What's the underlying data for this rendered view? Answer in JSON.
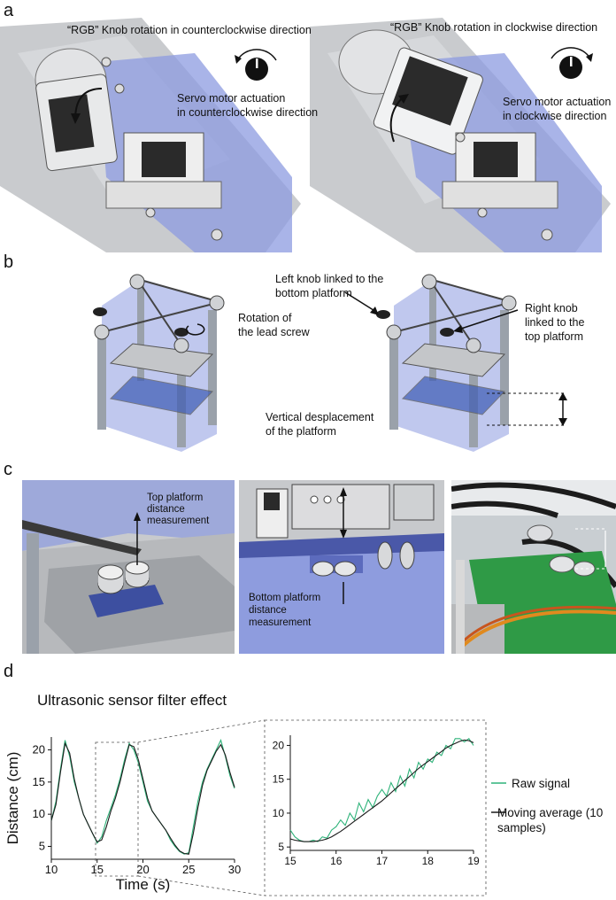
{
  "panels": {
    "a": {
      "letter": "a",
      "left_caption": "“RGB” Knob rotation in counterclockwise direction",
      "right_caption": "“RGB” Knob rotation in clockwise direction",
      "left_servo_line1": "Servo motor actuation",
      "left_servo_line2": "in counterclockwise direction",
      "right_servo_line1": "Servo motor actuation",
      "right_servo_line2": "in clockwise direction"
    },
    "b": {
      "letter": "b",
      "rotation_line1": "Rotation of",
      "rotation_line2": "the lead screw",
      "left_knob_line1": "Left knob linked to the",
      "left_knob_line2": "bottom platform",
      "right_knob_line1": "Right knob",
      "right_knob_line2": "linked to the",
      "right_knob_line3": "top platform",
      "vertical_line1": "Vertical desplacement",
      "vertical_line2": "of the platform"
    },
    "c": {
      "letter": "c",
      "top_line1": "Top platform",
      "top_line2": "distance",
      "top_line3": "measurement",
      "bottom_line1": "Bottom platform",
      "bottom_line2": "distance",
      "bottom_line3": "measurement"
    },
    "d": {
      "letter": "d",
      "title": "Ultrasonic sensor filter effect"
    }
  },
  "colors": {
    "raw_signal": "#2fb37a",
    "moving_average": "#1a1a1a",
    "platform_blue": "#7f8fd9",
    "metal_gray": "#b9bcc0",
    "photo_green": "#2f9a46"
  },
  "chart_data": [
    {
      "type": "line",
      "title": "",
      "xlabel": "Time (s)",
      "ylabel": "Distance (cm)",
      "xlim": [
        10,
        30
      ],
      "ylim": [
        3,
        22
      ],
      "x_ticks": [
        "10",
        "15",
        "20",
        "25",
        "30"
      ],
      "y_ticks": [
        "5",
        "10",
        "15",
        "20"
      ],
      "grid": false,
      "series": [
        {
          "name": "Raw signal",
          "x": [
            10,
            10.5,
            11,
            11.5,
            12,
            12.5,
            13,
            13.5,
            14,
            14.5,
            15,
            15.5,
            16,
            16.5,
            17,
            17.5,
            18,
            18.5,
            19,
            19.5,
            20,
            20.5,
            21,
            21.5,
            22,
            22.5,
            23,
            23.5,
            24,
            24.5,
            25,
            25.5,
            26,
            26.5,
            27,
            27.5,
            28,
            28.5,
            29,
            29.5,
            30
          ],
          "y": [
            9,
            12,
            17,
            21.5,
            19,
            15,
            12.5,
            10,
            8.5,
            7,
            5.5,
            6.5,
            9,
            11,
            13,
            15.5,
            18.5,
            21,
            20,
            18,
            15,
            12,
            10.5,
            9.5,
            8.5,
            7.5,
            6,
            5,
            4.2,
            3.8,
            4,
            8,
            12,
            15,
            17,
            18.5,
            20,
            21.5,
            19,
            16,
            14
          ]
        },
        {
          "name": "Moving average (10 samples)",
          "x": [
            10,
            10.5,
            11,
            11.5,
            12,
            12.5,
            13,
            13.5,
            14,
            14.5,
            15,
            15.5,
            16,
            16.5,
            17,
            17.5,
            18,
            18.5,
            19,
            19.5,
            20,
            20.5,
            21,
            21.5,
            22,
            22.5,
            23,
            23.5,
            24,
            24.5,
            25,
            25.5,
            26,
            26.5,
            27,
            27.5,
            28,
            28.5,
            29,
            29.5,
            30
          ],
          "y": [
            9,
            11.5,
            16.5,
            21,
            19.5,
            15.5,
            12.5,
            10,
            8.5,
            7,
            5.7,
            6,
            8,
            10.5,
            12.5,
            15,
            18,
            20.8,
            20.5,
            18.5,
            15.5,
            12.5,
            10.5,
            9.5,
            8.5,
            7.5,
            6.3,
            5.2,
            4.3,
            3.9,
            3.8,
            7,
            11,
            14.5,
            16.8,
            18.3,
            19.8,
            20.8,
            19.2,
            16.5,
            14.2
          ]
        }
      ]
    },
    {
      "type": "line",
      "title": "",
      "xlabel": "",
      "ylabel": "",
      "xlim": [
        15,
        19
      ],
      "ylim": [
        4.5,
        21.5
      ],
      "x_ticks": [
        "15",
        "16",
        "17",
        "18",
        "19"
      ],
      "y_ticks": [
        "5",
        "10",
        "15",
        "20"
      ],
      "grid": false,
      "legend": [
        "Raw signal",
        "Moving average (10 samples)"
      ],
      "legend_position": "right",
      "series": [
        {
          "name": "Raw signal",
          "x": [
            15,
            15.1,
            15.2,
            15.3,
            15.4,
            15.5,
            15.6,
            15.7,
            15.8,
            15.9,
            16,
            16.1,
            16.2,
            16.3,
            16.4,
            16.5,
            16.6,
            16.7,
            16.8,
            16.9,
            17,
            17.1,
            17.2,
            17.3,
            17.4,
            17.5,
            17.6,
            17.7,
            17.8,
            17.9,
            18,
            18.1,
            18.2,
            18.3,
            18.4,
            18.5,
            18.6,
            18.7,
            18.8,
            18.9,
            19
          ],
          "y": [
            7.5,
            6.5,
            6,
            5.8,
            5.8,
            6,
            5.8,
            6.5,
            6.3,
            7.5,
            8,
            9,
            8.2,
            10,
            9,
            11.5,
            10.2,
            12,
            10.8,
            12.5,
            13.5,
            12.5,
            14.5,
            13.2,
            15.5,
            14,
            16.5,
            15.2,
            17.5,
            16.5,
            18,
            17.5,
            19,
            18.5,
            20,
            19.5,
            21,
            21,
            20.5,
            21,
            20
          ]
        },
        {
          "name": "Moving average (10 samples)",
          "x": [
            15,
            15.1,
            15.2,
            15.3,
            15.4,
            15.5,
            15.6,
            15.7,
            15.8,
            15.9,
            16,
            16.1,
            16.2,
            16.3,
            16.4,
            16.5,
            16.6,
            16.7,
            16.8,
            16.9,
            17,
            17.1,
            17.2,
            17.3,
            17.4,
            17.5,
            17.6,
            17.7,
            17.8,
            17.9,
            18,
            18.1,
            18.2,
            18.3,
            18.4,
            18.5,
            18.6,
            18.7,
            18.8,
            18.9,
            19
          ],
          "y": [
            6.2,
            6,
            5.9,
            5.8,
            5.8,
            5.8,
            5.9,
            6,
            6.2,
            6.5,
            6.9,
            7.3,
            7.8,
            8.3,
            8.8,
            9.3,
            9.8,
            10.3,
            10.8,
            11.3,
            11.8,
            12.4,
            13,
            13.6,
            14.2,
            14.8,
            15.4,
            16,
            16.6,
            17.1,
            17.6,
            18.1,
            18.6,
            19.1,
            19.6,
            20,
            20.3,
            20.6,
            20.8,
            20.7,
            20.4
          ]
        }
      ]
    }
  ]
}
